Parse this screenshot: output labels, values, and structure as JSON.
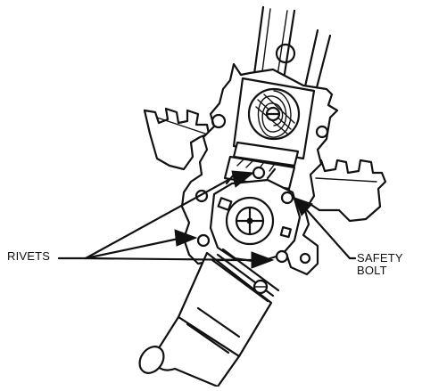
{
  "labels": {
    "rivets": "RIVETS",
    "safety_line1": "SAFETY",
    "safety_line2": "BOLT"
  },
  "colors": {
    "ink": "#111111",
    "paper": "#ffffff"
  }
}
